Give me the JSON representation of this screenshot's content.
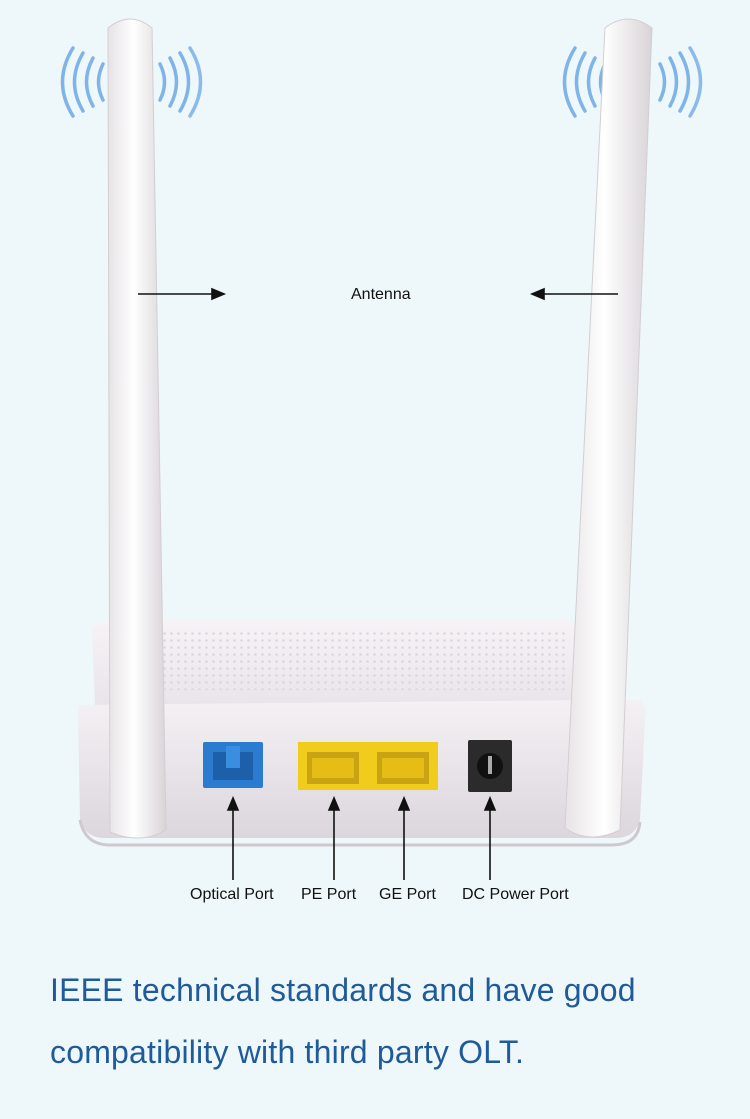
{
  "labels": {
    "antenna": "Antenna",
    "optical_port": "Optical Port",
    "pe_port": "PE Port",
    "ge_port": "GE Port",
    "dc_power_port": "DC Power Port"
  },
  "caption": {
    "line1": "IEEE technical standards and have good",
    "line2": "compatibility with third party OLT."
  },
  "colors": {
    "background": "#eef7f9",
    "caption_text": "#1f5a9a",
    "signal_waves": "#7fb4e8",
    "optical_port": "#2b7bd1",
    "ethernet_port": "#f2cc1d"
  }
}
